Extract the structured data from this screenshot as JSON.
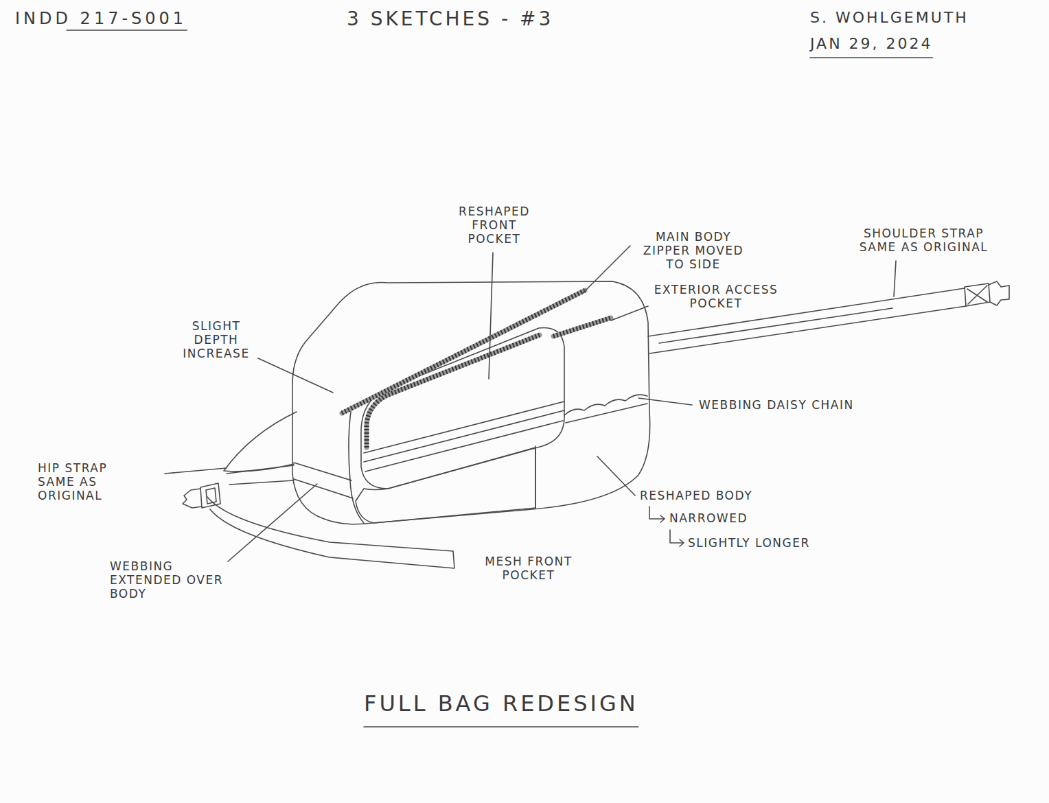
{
  "diagram": {
    "title": "3 SKETCHES - #3",
    "caption": "FULL BAG REDESIGN",
    "labels": [
      "INDD 217-S001",
      "S. WOHLGEMUTH",
      "JAN 29, 2024",
      "RESHAPED FRONT POCKET",
      "MAIN BODY ZIPPER MOVED TO SIDE",
      "EXTERIOR ACCESS POCKET",
      "SHOULDER STRAP SAME AS ORIGINAL",
      "SLIGHT DEPTH INCREASE",
      "WEBBING DAISY CHAIN",
      "HIP STRAP SAME AS ORIGINAL",
      "RESHAPED BODY",
      "NARROWED",
      "SLIGHTLY LONGER",
      "WEBBING EXTENDED OVER BODY",
      "MESH FRONT POCKET"
    ]
  }
}
